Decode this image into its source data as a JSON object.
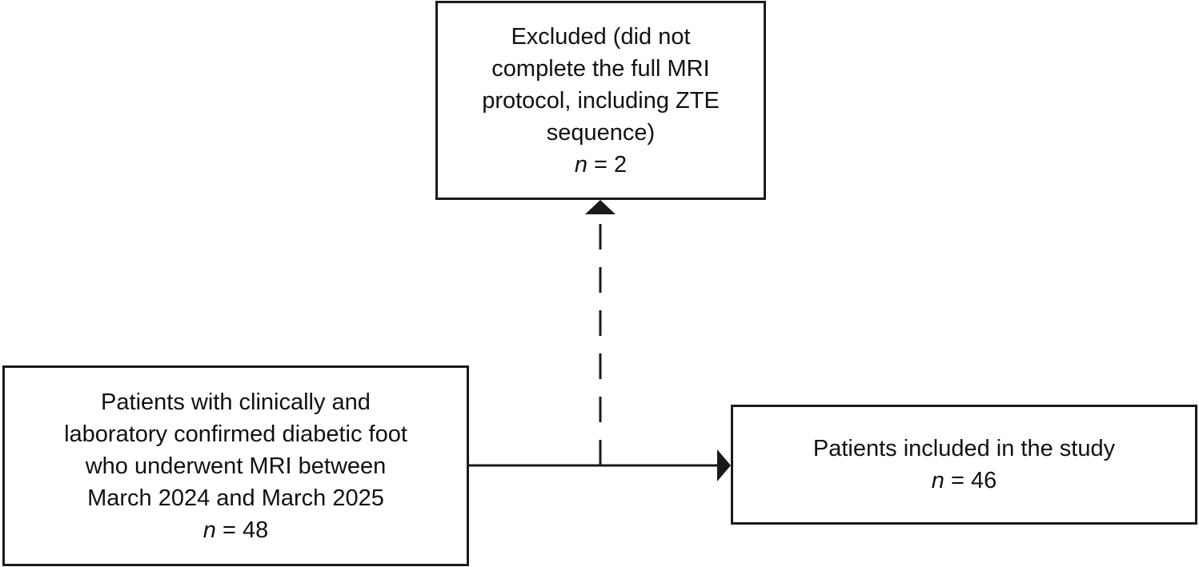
{
  "nodes": {
    "source": {
      "lines": [
        "Patients with clinically and",
        "laboratory confirmed diabetic foot",
        "who underwent MRI between",
        "March 2024 and March 2025"
      ],
      "n_var": "n",
      "n_rest": " = 48"
    },
    "excluded": {
      "lines": [
        "Excluded (did not",
        "complete the full MRI",
        "protocol, including ZTE",
        "sequence)"
      ],
      "n_var": "n",
      "n_rest": " = 2"
    },
    "included": {
      "lines": [
        "Patients included in the study"
      ],
      "n_var": "n",
      "n_rest": " = 46"
    }
  },
  "edges": [
    {
      "from": "source",
      "to": "included",
      "style": "solid"
    },
    {
      "from": "source",
      "to": "excluded",
      "style": "dashed"
    }
  ],
  "colors": {
    "stroke": "#1a1a1a",
    "background": "#ffffff"
  }
}
